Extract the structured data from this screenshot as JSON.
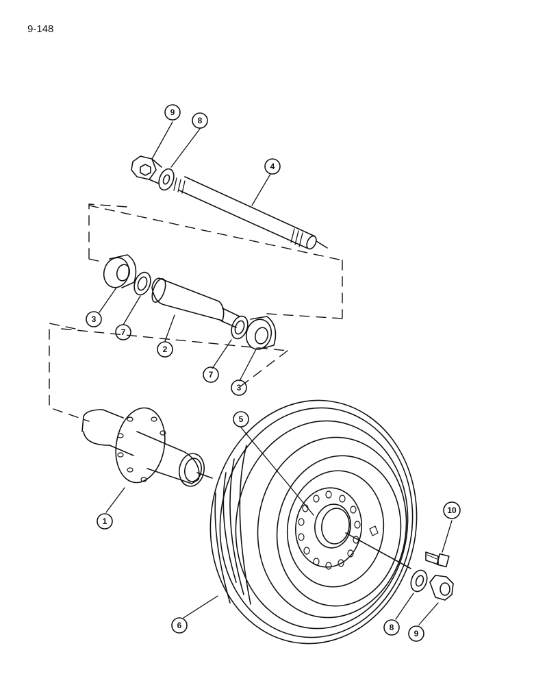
{
  "page_number": "9-148",
  "callouts": [
    {
      "label": "1",
      "part": "hub"
    },
    {
      "label": "2",
      "part": "spacer tube"
    },
    {
      "label": "3",
      "part": "bearing (left)"
    },
    {
      "label": "3",
      "part": "bearing (right)"
    },
    {
      "label": "4",
      "part": "axle bolt"
    },
    {
      "label": "5",
      "part": "wheel center"
    },
    {
      "label": "6",
      "part": "tire and wheel"
    },
    {
      "label": "7",
      "part": "seal (left)"
    },
    {
      "label": "7",
      "part": "seal (right)"
    },
    {
      "label": "8",
      "part": "washer (upper)"
    },
    {
      "label": "8",
      "part": "washer (lower)"
    },
    {
      "label": "9",
      "part": "nut (upper)"
    },
    {
      "label": "9",
      "part": "nut (lower)"
    },
    {
      "label": "10",
      "part": "grease fitting"
    }
  ]
}
